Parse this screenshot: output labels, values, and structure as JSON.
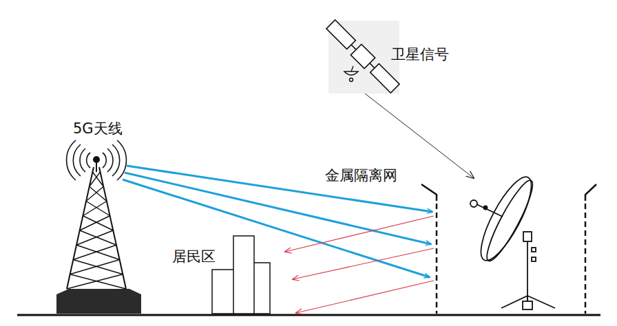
{
  "diagram": {
    "labels": [
      "卫星信号",
      "5G天线",
      "金属隔离网",
      "居民区"
    ]
  }
}
